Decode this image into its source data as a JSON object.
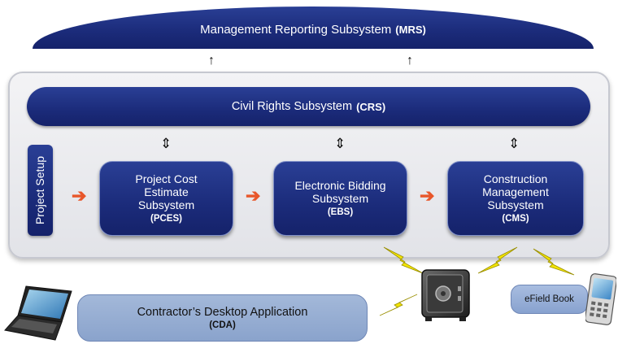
{
  "mrs": {
    "label": "Management Reporting Subsystem",
    "abbr": "(MRS)"
  },
  "crs": {
    "label": "Civil Rights Subsystem",
    "abbr": "(CRS)"
  },
  "project_setup": {
    "label": "Project Setup"
  },
  "pces": {
    "line1": "Project Cost",
    "line2": "Estimate",
    "line3": "Subsystem",
    "abbr": "(PCES)"
  },
  "ebs": {
    "line1": "Electronic Bidding",
    "line2": "Subsystem",
    "abbr": "(EBS)"
  },
  "cms": {
    "line1": "Construction",
    "line2": "Management",
    "line3": "Subsystem",
    "abbr": "(CMS)"
  },
  "cda": {
    "label": "Contractor’s Desktop Application",
    "abbr": "(CDA)"
  },
  "efield": {
    "label": "eField Book"
  },
  "glyphs": {
    "up_arrow": "↑",
    "updown_arrow": "⇕",
    "right_arrow": "➔"
  },
  "colors": {
    "navy": "#1b2b7a",
    "orange_arrow": "#e8562a",
    "lightning": "#f2e400",
    "light_blue_box": "#94abd2"
  }
}
